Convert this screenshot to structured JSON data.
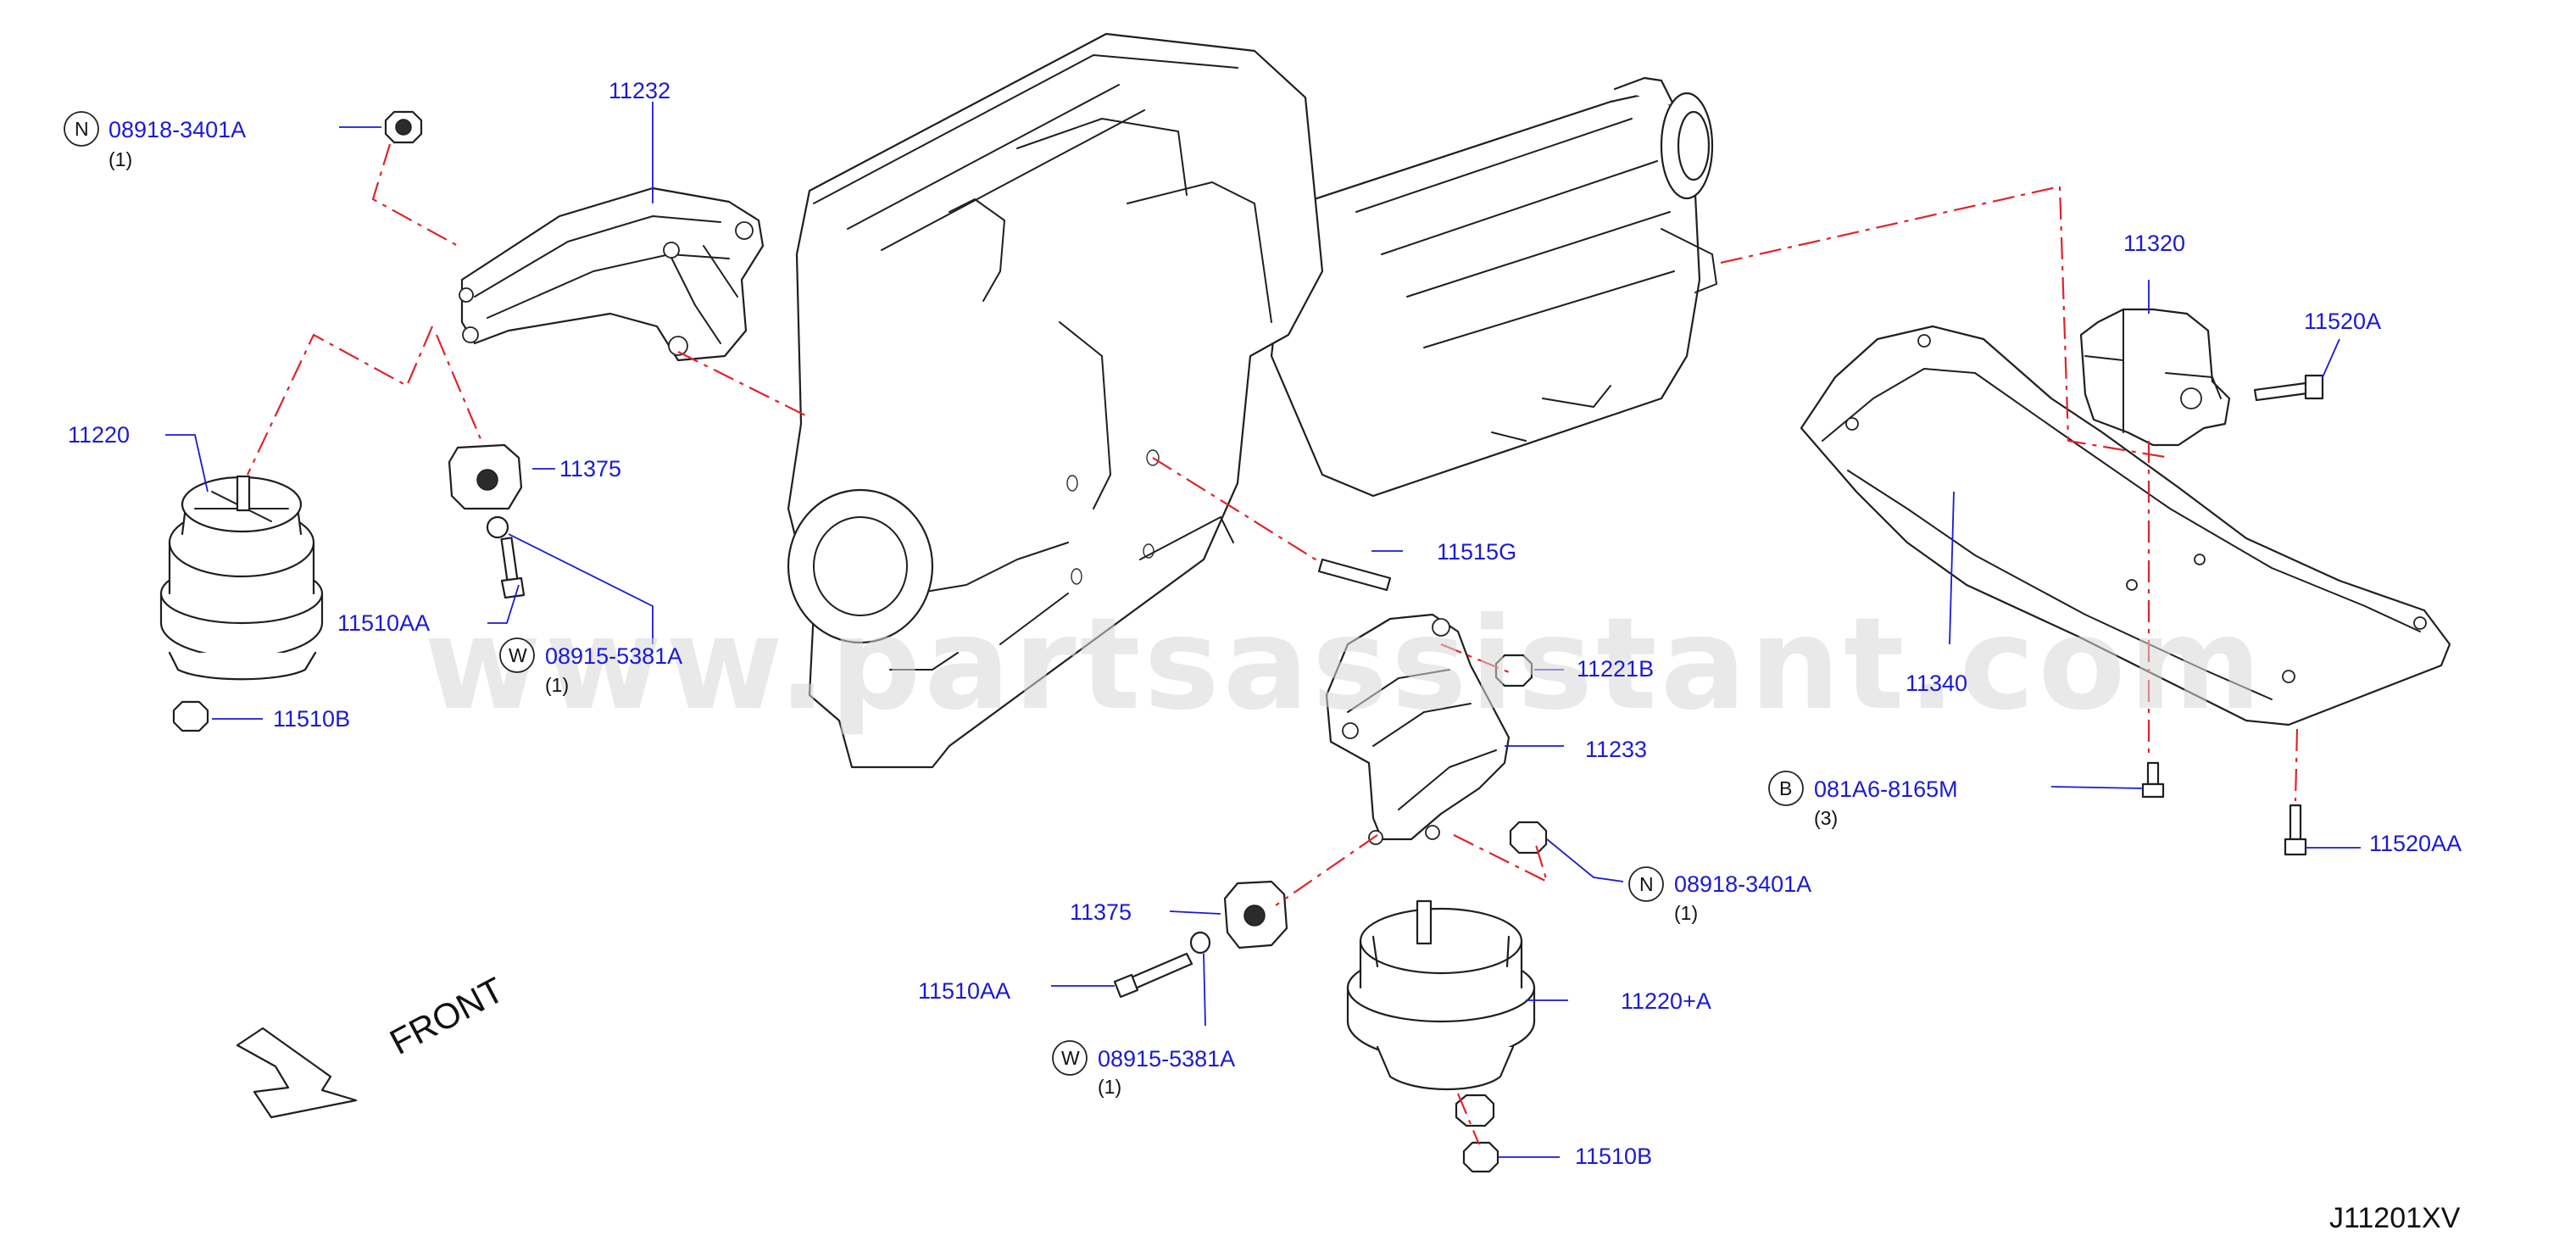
{
  "diagram_code": "J11201XV",
  "watermark": "www.partsassistant.com",
  "front_label": "FRONT",
  "parts": {
    "p11232": "11232",
    "p08918_top": "08918-3401A",
    "p08918_top_qty": "(1)",
    "p11220": "11220",
    "p11375_left": "11375",
    "p11510AA_left": "11510AA",
    "p08915_left": "08915-5381A",
    "p08915_left_qty": "(1)",
    "p11510B_left": "11510B",
    "p11515G": "11515G",
    "p11221B": "11221B",
    "p11233": "11233",
    "p08918_mid": "08918-3401A",
    "p08918_mid_qty": "(1)",
    "p11375_mid": "11375",
    "p11510AA_mid": "11510AA",
    "p08915_mid": "08915-5381A",
    "p08915_mid_qty": "(1)",
    "p11220A": "11220+A",
    "p11510B_mid": "11510B",
    "p11320": "11320",
    "p11520A": "11520A",
    "p11340": "11340",
    "p081A6": "081A6-8165M",
    "p081A6_qty": "(3)",
    "p11520AA": "11520AA"
  },
  "prefixes": {
    "n_top": "N",
    "w_left": "W",
    "n_mid": "N",
    "w_mid": "W",
    "b_right": "B"
  },
  "colors": {
    "label": "#1a1ad6",
    "dash": "#e0232b",
    "line": "#1f1f1f"
  }
}
